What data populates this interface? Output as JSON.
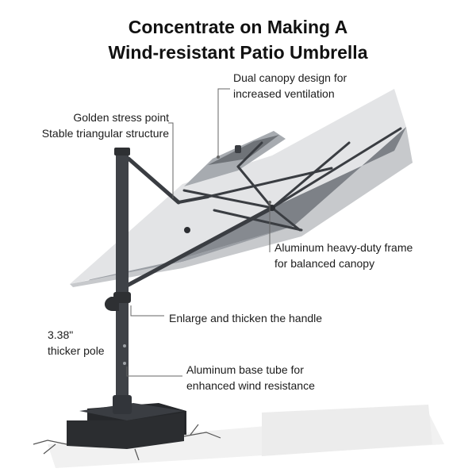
{
  "title": {
    "line1": "Concentrate on Making A",
    "line2": "Wind-resistant Patio Umbrella"
  },
  "callouts": {
    "dual_canopy": {
      "line1": "Dual canopy design for",
      "line2": "increased ventilation"
    },
    "stress_point": {
      "line1": "Golden stress point",
      "line2": "Stable triangular structure"
    },
    "frame": {
      "line1": "Aluminum heavy-duty frame",
      "line2": "for balanced canopy"
    },
    "handle": {
      "line1": "Enlarge and thicken the handle"
    },
    "pole": {
      "line1": "3.38\"",
      "line2": "thicker pole"
    },
    "base": {
      "line1": "Aluminum base tube for",
      "line2": "enhanced wind resistance"
    }
  },
  "colors": {
    "canopy": "#e3e4e6",
    "canopy_underside": "#8f9399",
    "frame": "#3a3d42",
    "pole": "#3f4247",
    "base": "#2e3033",
    "leader_line": "#666666"
  },
  "icons": {
    "umbrella": "cantilever-umbrella-illustration",
    "base": "weighted-base"
  }
}
